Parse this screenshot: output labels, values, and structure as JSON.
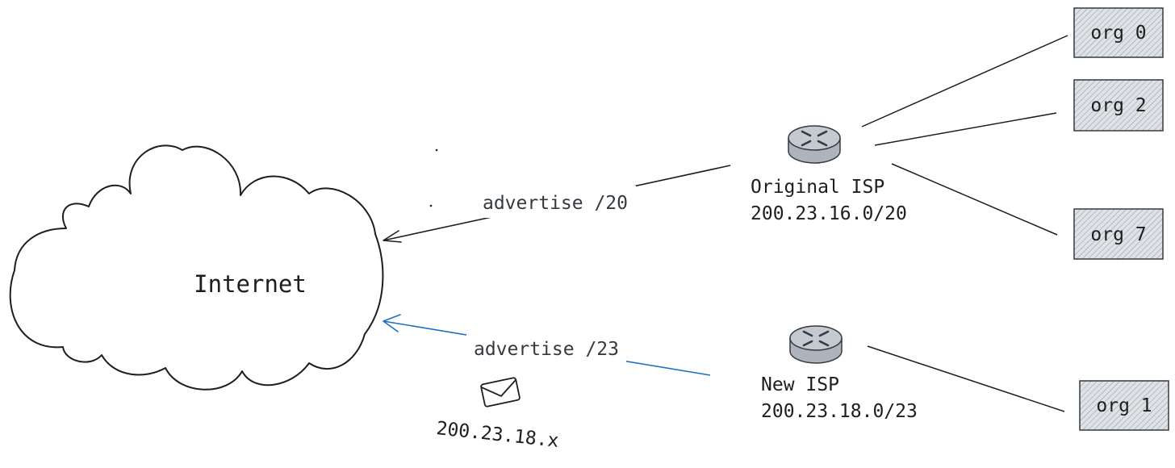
{
  "internet": {
    "label": "Internet"
  },
  "original_isp": {
    "name": "Original ISP",
    "prefix": "200.23.16.0/20"
  },
  "new_isp": {
    "name": "New ISP",
    "prefix": "200.23.18.0/23"
  },
  "links": {
    "advertise_20": "advertise /20",
    "advertise_23": "advertise /23"
  },
  "packet": {
    "address": "200.23.18.x",
    "icon": "envelope-icon"
  },
  "orgs": [
    "org 0",
    "org 2",
    "org 7",
    "org 1"
  ],
  "colors": {
    "stroke": "#1e1e1e",
    "blue_link": "#1971c2",
    "router_fill": "#c5cad0",
    "router_icon": "#343a40",
    "org_fill": "#dfe2e6"
  }
}
